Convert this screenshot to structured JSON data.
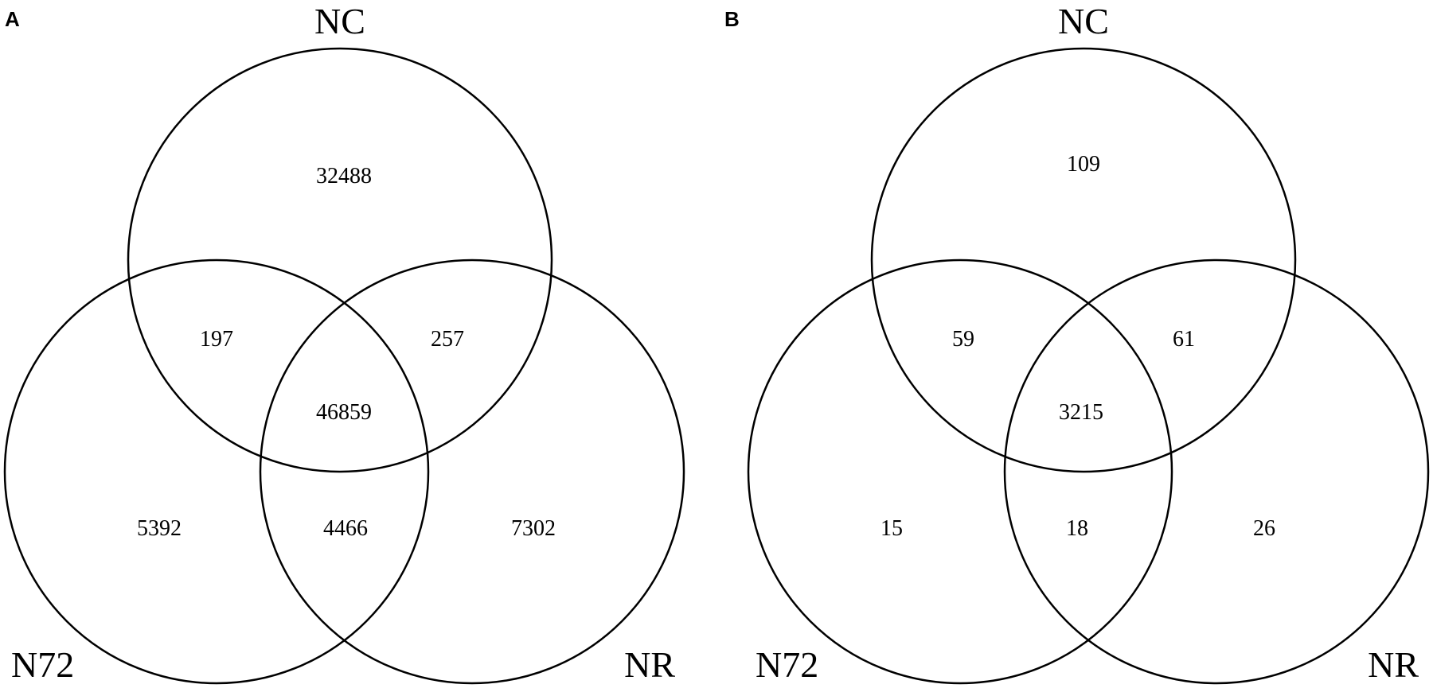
{
  "panels": [
    {
      "letter": "A",
      "sets": {
        "top": "NC",
        "left": "N72",
        "right": "NR"
      },
      "regions": {
        "nc_only": "32488",
        "nc_n72": "197",
        "nc_nr": "257",
        "all_three": "46859",
        "n72_only": "5392",
        "n72_nr": "4466",
        "nr_only": "7302"
      }
    },
    {
      "letter": "B",
      "sets": {
        "top": "NC",
        "left": "N72",
        "right": "NR"
      },
      "regions": {
        "nc_only": "109",
        "nc_n72": "59",
        "nc_nr": "61",
        "all_three": "3215",
        "n72_only": "15",
        "n72_nr": "18",
        "nr_only": "26"
      }
    }
  ]
}
